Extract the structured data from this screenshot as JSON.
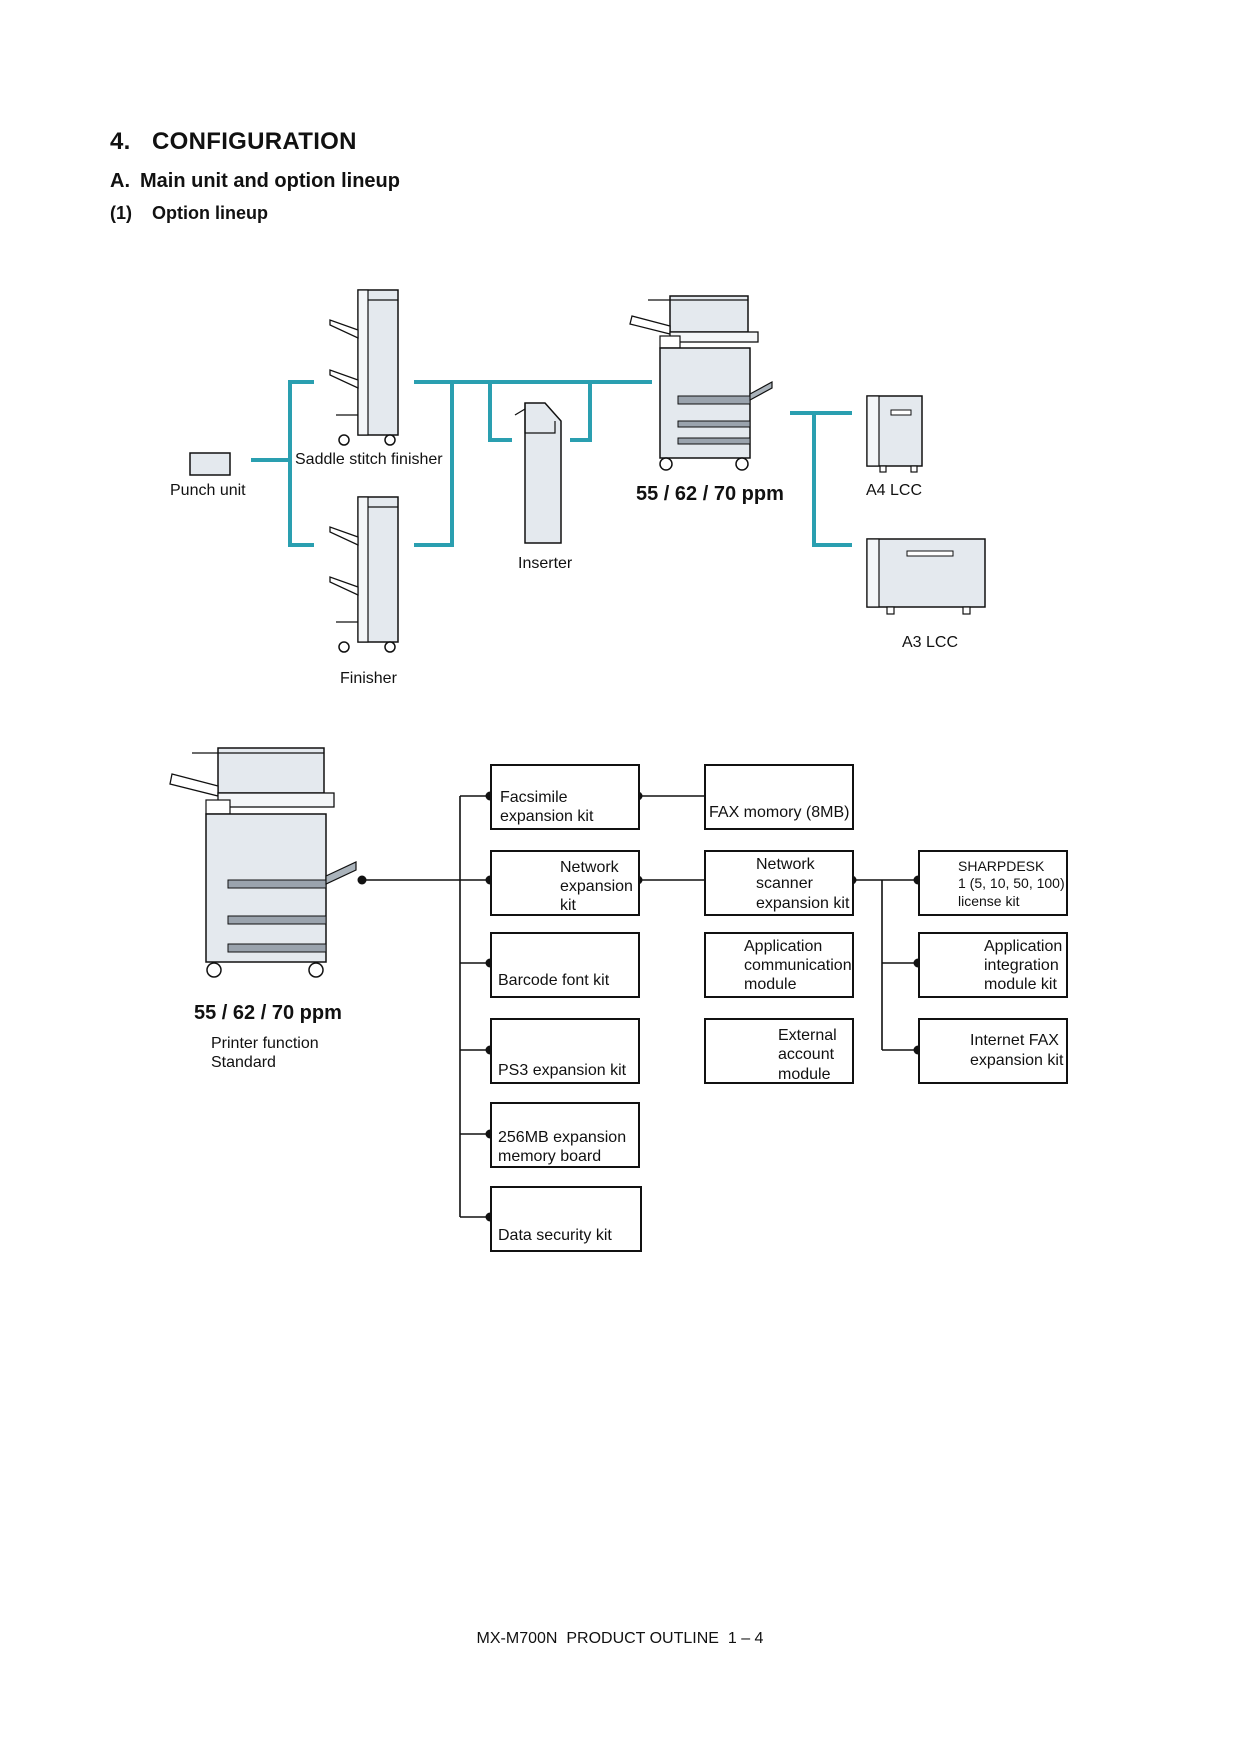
{
  "section": {
    "number": "4.",
    "title": "CONFIGURATION"
  },
  "subsection": {
    "letter": "A.",
    "title": "Main unit and option lineup"
  },
  "subsubsection": {
    "number": "(1)",
    "title": "Option lineup"
  },
  "hardware": {
    "punch_unit": "Punch unit",
    "saddle_stitch_finisher": "Saddle stitch finisher",
    "finisher": "Finisher",
    "inserter": "Inserter",
    "main_unit_ppm": "55 / 62 / 70 ppm",
    "a4_lcc": "A4 LCC",
    "a3_lcc": "A3 LCC"
  },
  "system": {
    "main_unit_ppm": "55 / 62 / 70 ppm",
    "printer_function": [
      "Printer function",
      "Standard"
    ]
  },
  "options": {
    "facsimile": [
      "Facsimile",
      "expansion kit"
    ],
    "network": [
      "Network",
      "expansion",
      "kit"
    ],
    "barcode": [
      "Barcode font kit"
    ],
    "ps3": [
      "PS3 expansion kit"
    ],
    "memory256": [
      "256MB expansion",
      "memory board"
    ],
    "datasecurity": [
      "Data security kit"
    ],
    "faxmemory": [
      "FAX momory (8MB)"
    ],
    "netscanner": [
      "Network",
      "scanner",
      "expansion kit"
    ],
    "appcomm": [
      "Application",
      "communication",
      "module"
    ],
    "extaccount": [
      "External",
      "account",
      "module"
    ],
    "sharpdesk": [
      "SHARPDESK",
      "1 (5, 10, 50, 100)",
      "license kit"
    ],
    "appint": [
      "Application",
      "integration",
      "module kit"
    ],
    "internetfax": [
      "Internet FAX",
      "expansion kit"
    ]
  },
  "footer": {
    "model": "MX-M700N",
    "doc": "PRODUCT OUTLINE",
    "page": "1 – 4"
  },
  "colors": {
    "connector_teal": "#2a9fb0",
    "line_black": "#111111",
    "device_fill": "#e4e9ee"
  },
  "icons": [
    "machine-icon",
    "finisher-icon",
    "inserter-icon",
    "lcc-icon",
    "cd-icon",
    "board-icon",
    "network-card-icon"
  ]
}
